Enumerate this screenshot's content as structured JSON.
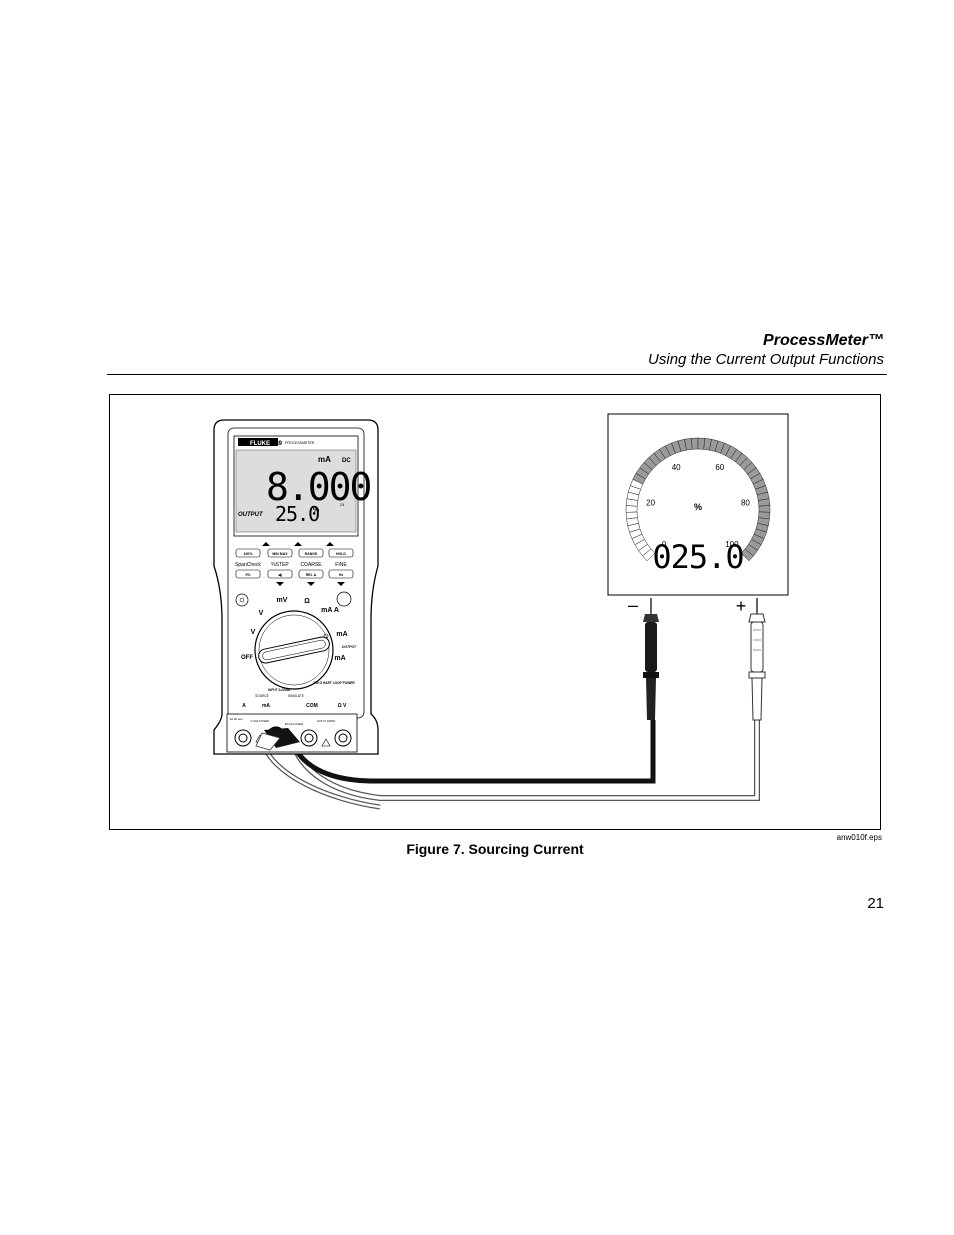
{
  "header": {
    "title": "ProcessMeter™",
    "subtitle": "Using the Current Output Functions"
  },
  "figure": {
    "caption": "Figure 7. Sourcing Current",
    "file_ref": "anw010f.eps",
    "meter": {
      "brand": "FLUKE",
      "model": "789",
      "model_sub": "PROCESSMETER",
      "lcd_unit": "mA",
      "lcd_mode": "DC",
      "lcd_main": "8.000",
      "lcd_range": "24",
      "lcd_output_label": "OUTPUT",
      "lcd_secondary": "25.0",
      "lcd_secondary_unit": "%",
      "buttons_row1": [
        "100%",
        "MIN MAX",
        "RANGE",
        "HOLD"
      ],
      "buttons_labels": [
        "SpanCheck",
        "%STEP",
        "COARSE",
        "FINE"
      ],
      "buttons_row2": [
        "0%",
        "◀)",
        "REL Δ",
        "Hz"
      ],
      "dial": {
        "off": "OFF",
        "v_ac": "V",
        "v_dc": "V",
        "mv": "mV",
        "ohm": "Ω",
        "ma_a": "mA A",
        "ma_source": "mA",
        "output": "OUTPUT",
        "ma_sim": "mA",
        "loop_power": "250 Ω HART LOOP POWER",
        "input_label": "INPUT 0-20mA",
        "source_label": "SOURCE",
        "simulate_label": "SIMULATE"
      },
      "bottom_terms": [
        "A",
        "mA",
        "COM",
        "Ω V"
      ],
      "terminal_notes": [
        "1A 30 sec",
        "0.44A FUSED",
        "30mA FUSED",
        "CAT III 1000V"
      ]
    },
    "gauge": {
      "scale_labels": [
        "0",
        "20",
        "40",
        "60",
        "80",
        "100"
      ],
      "unit": "%",
      "display": "025.0",
      "needle_value": 25,
      "minus_terminal": "–",
      "plus_terminal": "+"
    }
  },
  "page_number": "21"
}
